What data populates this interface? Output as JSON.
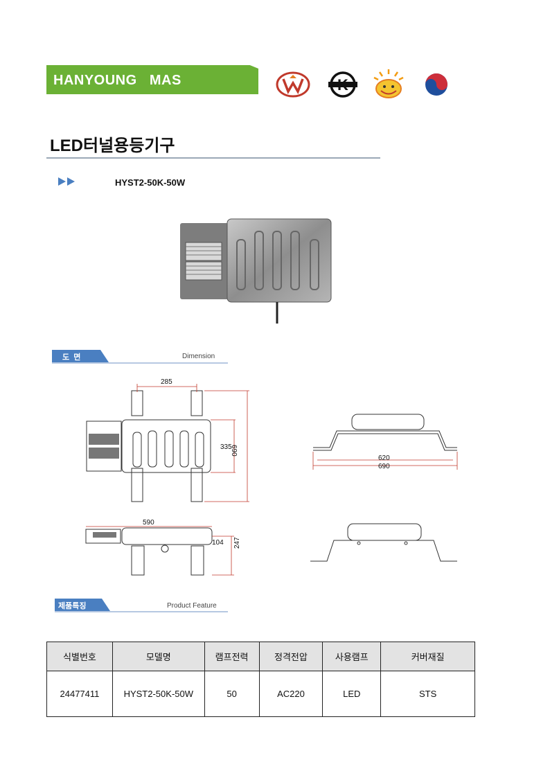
{
  "header": {
    "brand": "HANYOUNG   MAS",
    "brand_color": "#6bb135",
    "certification_icons": [
      "w-certification-icon",
      "k-certification-icon",
      "smiley-certification-icon",
      "taegeuk-certification-icon"
    ]
  },
  "page": {
    "title": "LED터널용등기구",
    "model_label": "HYST2-50K-50W"
  },
  "sections": {
    "dimension": {
      "label": "도  면",
      "right_label": "Dimension"
    },
    "feature": {
      "label": "제품특징",
      "right_label": "Product Feature"
    }
  },
  "drawing": {
    "dims_top": {
      "width": "285",
      "inner_height": "335",
      "total_height": "690"
    },
    "dims_bottom": {
      "length": "590",
      "depth": "104",
      "height": "247"
    },
    "dims_side": {
      "inner": "620",
      "outer": "690"
    }
  },
  "spec_table": {
    "headers": [
      "식별번호",
      "모델명",
      "램프전력",
      "정격전압",
      "사용램프",
      "커버재질"
    ],
    "rows": [
      [
        "24477411",
        "HYST2-50K-50W",
        "50",
        "AC220",
        "LED",
        "STS"
      ]
    ]
  }
}
